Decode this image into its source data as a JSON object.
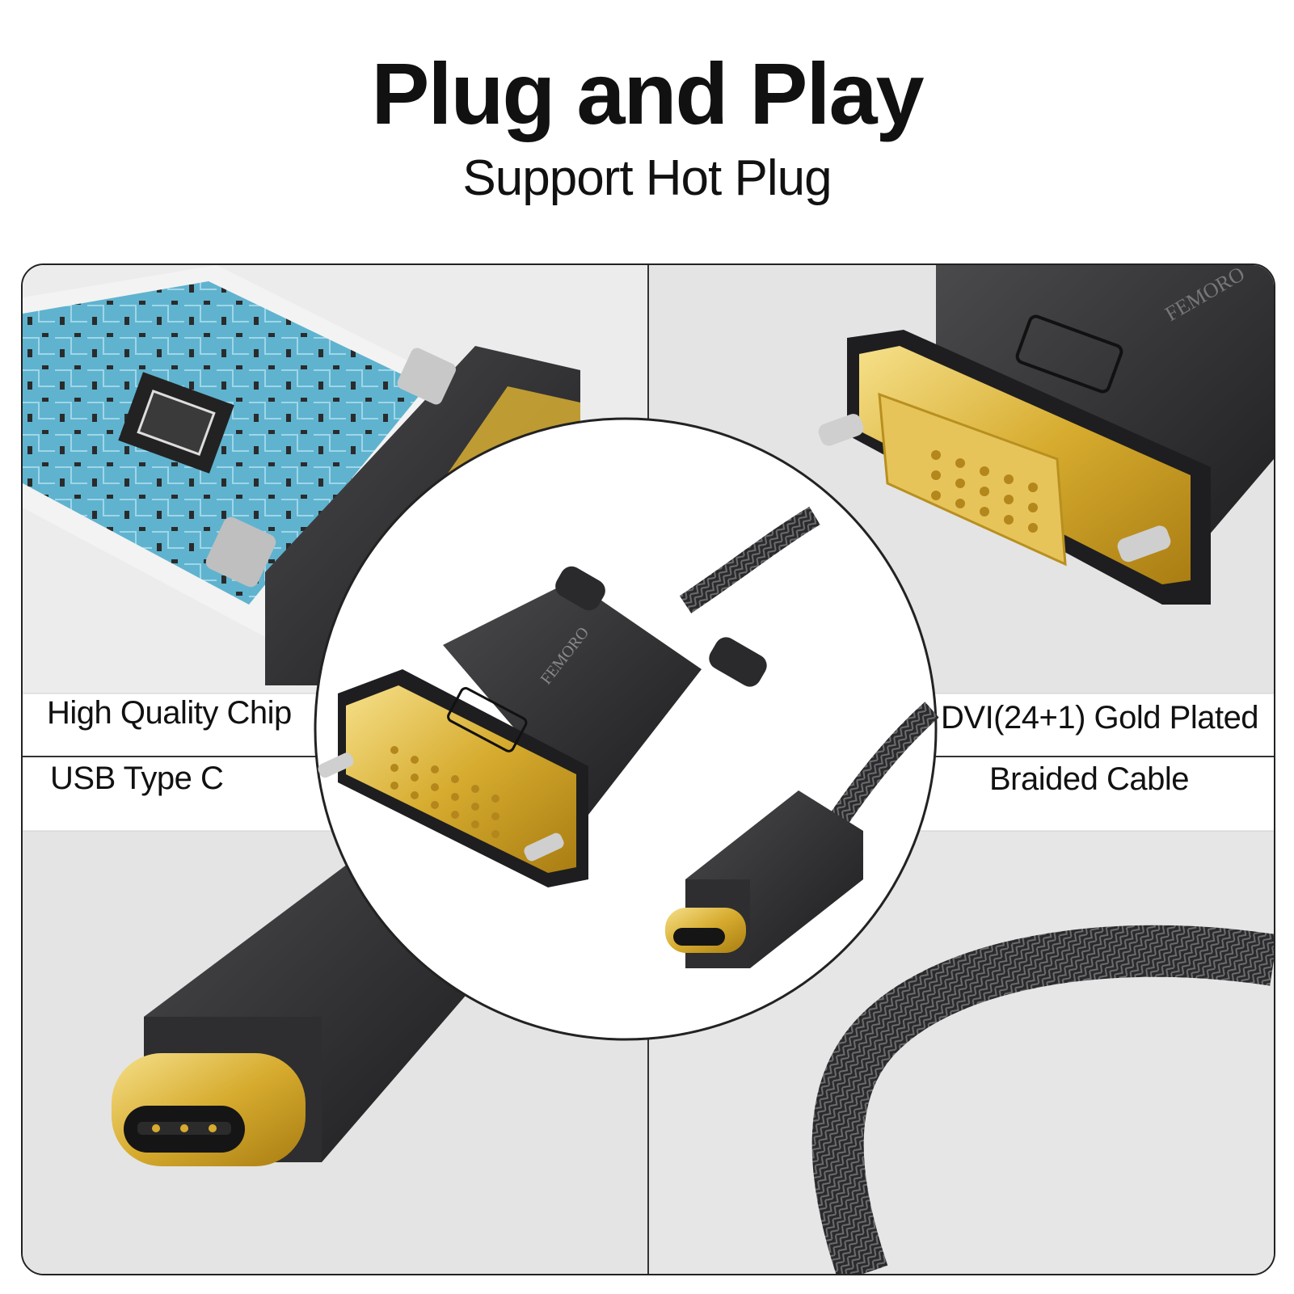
{
  "header": {
    "title": "Plug and Play",
    "subtitle": "Support Hot Plug"
  },
  "labels": {
    "top_left": "High Quality Chip",
    "bottom_left": "USB Type C",
    "top_right": "DVI(24+1) Gold Plated",
    "bottom_right": "Braided Cable"
  },
  "brand": {
    "logo_text": "FEMORO"
  },
  "colors": {
    "gold": "#d9b23a",
    "connector_black": "#2b2b2d",
    "panel_gray": "#e6e6e6",
    "pcb_blue": "#4aa6c8"
  }
}
